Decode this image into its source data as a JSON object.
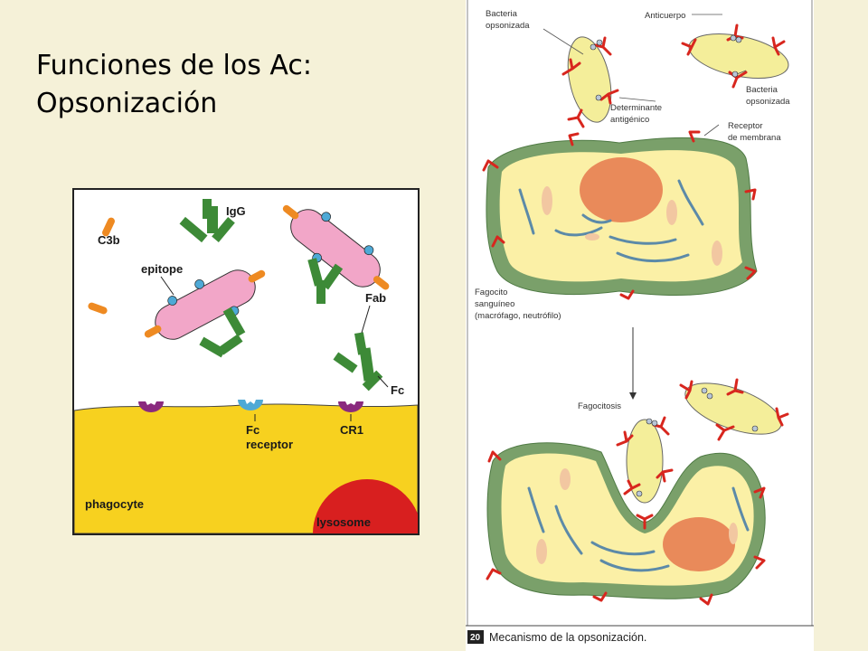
{
  "title": {
    "line1": "Funciones de los Ac:",
    "line2": "Opsonización"
  },
  "left_diagram": {
    "labels": {
      "igg": "IgG",
      "c3b": "C3b",
      "epitope": "epitope",
      "fab": "Fab",
      "fc": "Fc",
      "fc_receptor_line1": "Fc",
      "fc_receptor_line2": "receptor",
      "cr1": "CR1",
      "phagocyte": "phagocyte",
      "lysosome": "lysosome"
    },
    "colors": {
      "phagocyte": "#f7d11f",
      "antibody": "#3d8a37",
      "bacteria": "#f2a6c8",
      "c3b": "#ee8a22",
      "epitope": "#4ea9d6",
      "cr1": "#8a2a7e",
      "lysosome": "#d81f1f"
    }
  },
  "right_diagram": {
    "labels": {
      "bacteria_opsonized_left_1": "Bacteria",
      "bacteria_opsonized_left_2": "opsonizada",
      "antibody": "Anticuerpo",
      "bacteria_opsonized_right_1": "Bacteria",
      "bacteria_opsonized_right_2": "opsonizada",
      "antigenic_determinant_1": "Determinante",
      "antigenic_determinant_2": "antigénico",
      "membrane_receptor_1": "Receptor",
      "membrane_receptor_2": "de membrana",
      "phagocyte_1": "Fagocito",
      "phagocyte_2": "sanguíneo",
      "phagocyte_3": "(macrófago, neutrófilo)",
      "phagocytosis": "Fagocitosis"
    },
    "caption": {
      "number": "20",
      "text": "Mecanismo de la opsonización."
    },
    "colors": {
      "cell_rim": "#7aa06a",
      "cytoplasm": "#fbf0a6",
      "nucleus": "#e98a5a",
      "antibody": "#d8261e",
      "bacteria": "#f4ee9a"
    }
  }
}
